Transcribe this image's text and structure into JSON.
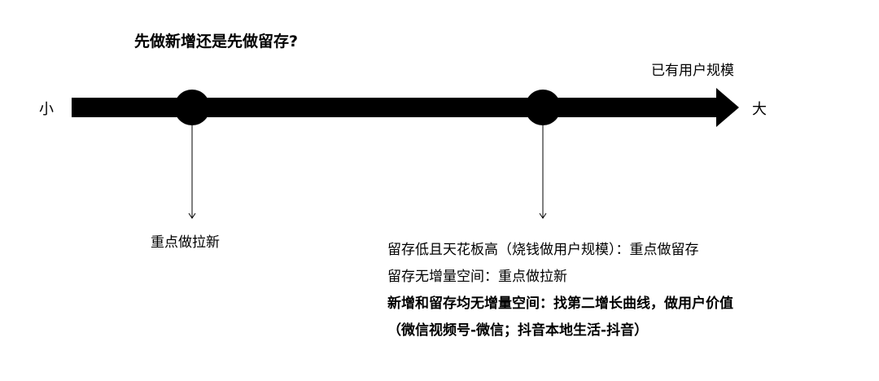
{
  "title": "先做新增还是先做留存?",
  "axis": {
    "scale_label": "已有用户规模",
    "small_label": "小",
    "large_label": "大"
  },
  "left_note": "重点做拉新",
  "right_notes": [
    "留存低且天花板高（烧钱做用户规模）：重点做留存",
    "留存无增量空间：重点做拉新",
    "新增和留存均无增量空间：找第二增长曲线，做用户价值",
    "（微信视频号-微信；抖音本地生活-抖音）"
  ],
  "colors": {
    "arrow": "#000000",
    "background": "#ffffff"
  }
}
